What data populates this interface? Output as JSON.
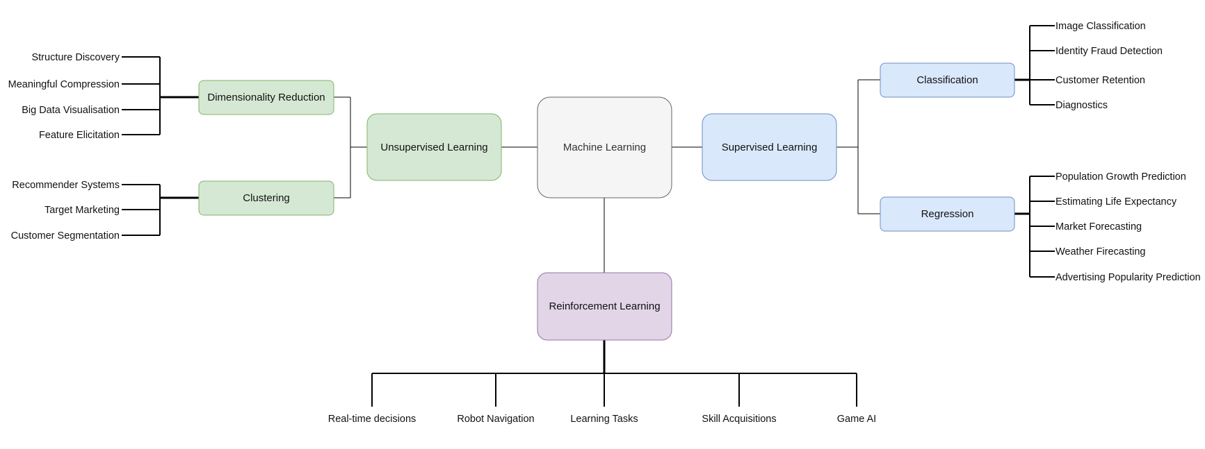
{
  "center": {
    "label": "Machine Learning"
  },
  "supervised": {
    "label": "Supervised Learning",
    "classification": {
      "label": "Classification",
      "items": [
        "Image Classification",
        "Identity Fraud Detection",
        "Customer Retention",
        "Diagnostics"
      ]
    },
    "regression": {
      "label": "Regression",
      "items": [
        "Population Growth Prediction",
        "Estimating Life Expectancy",
        "Market Forecasting",
        "Weather Firecasting",
        "Advertising Popularity Prediction"
      ]
    }
  },
  "unsupervised": {
    "label": "Unsupervised Learning",
    "dimensionality": {
      "label": "Dimensionality Reduction",
      "items": [
        "Structure Discovery",
        "Meaningful Compression",
        "Big Data Visualisation",
        "Feature Elicitation"
      ]
    },
    "clustering": {
      "label": "Clustering",
      "items": [
        "Recommender Systems",
        "Target Marketing",
        "Customer Segmentation"
      ]
    }
  },
  "reinforcement": {
    "label": "Reinforcement Learning",
    "items": [
      "Real-time decisions",
      "Robot Navigation",
      "Learning Tasks",
      "Skill Acquisitions",
      "Game AI"
    ]
  },
  "colors": {
    "supervised_fill": "#dae8fc",
    "supervised_stroke": "#6c8ebf",
    "unsupervised_fill": "#d5e8d4",
    "unsupervised_stroke": "#82b366",
    "reinforcement_fill": "#e1d5e7",
    "reinforcement_stroke": "#9673a6",
    "center_fill": "#f5f5f5",
    "center_stroke": "#666666"
  }
}
